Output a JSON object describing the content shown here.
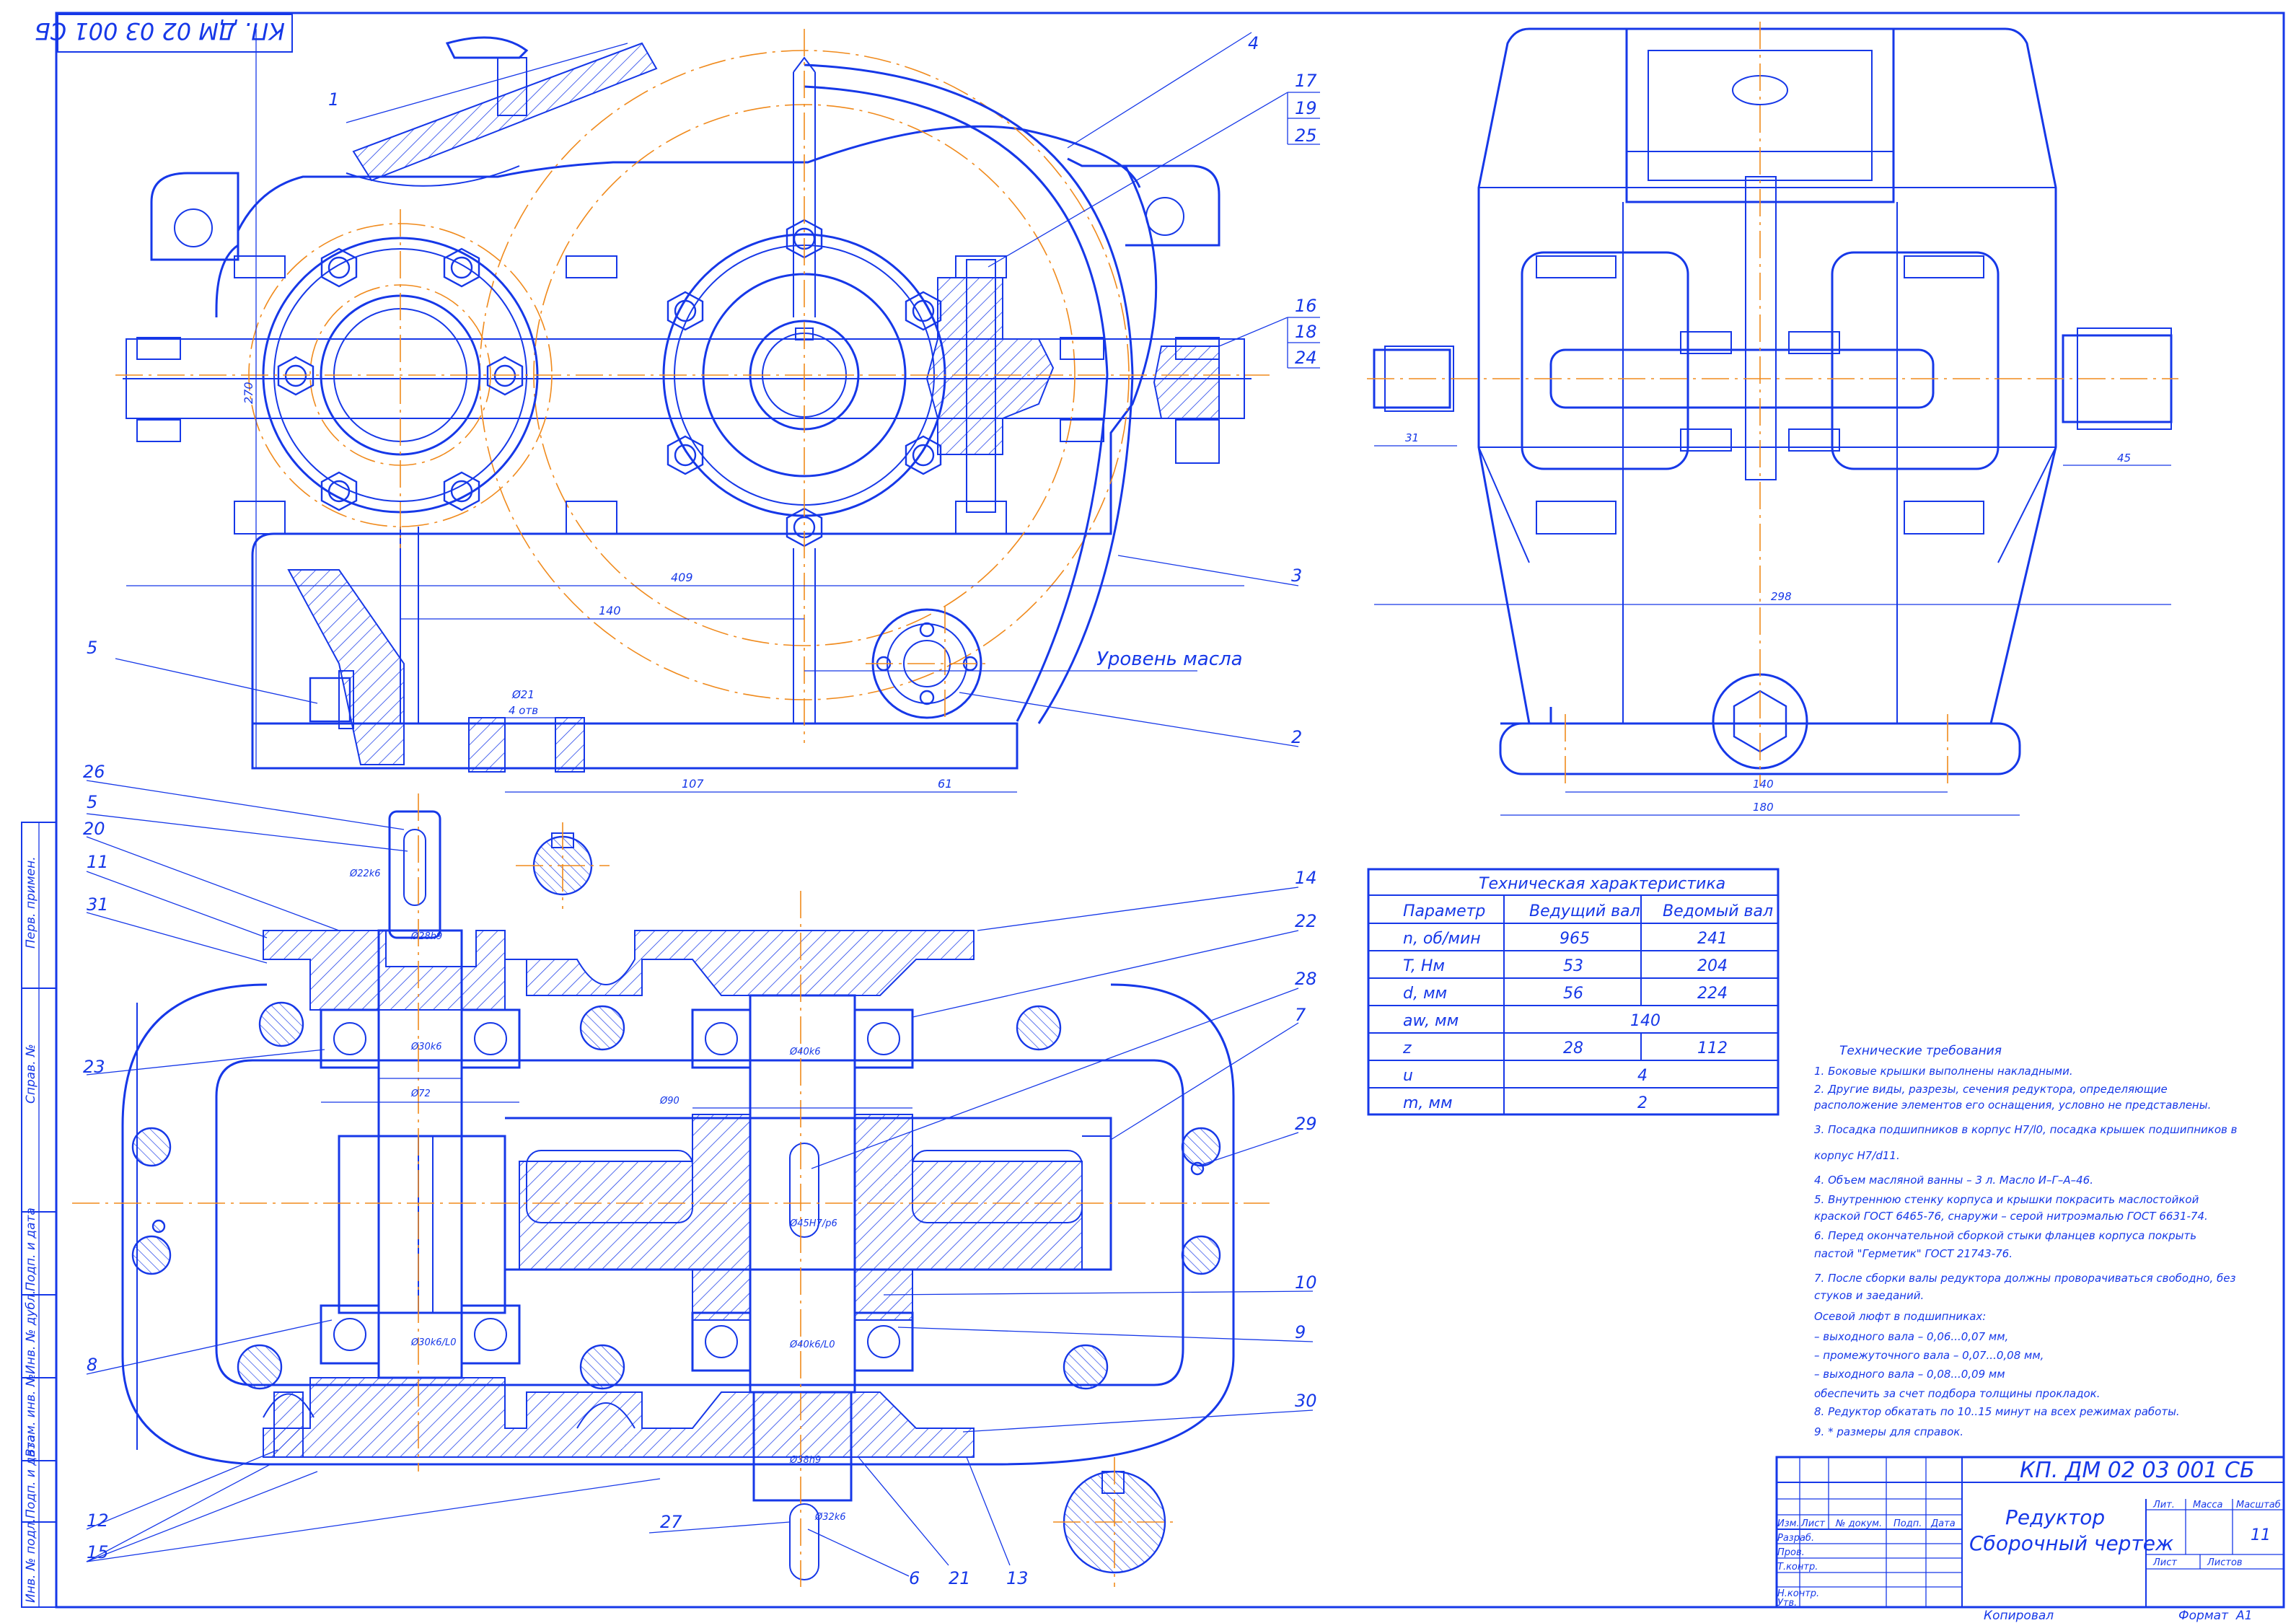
{
  "drawing": {
    "doc_code": "КП. ДМ 02 03 001 СБ",
    "doc_code_rotated": "КП. ДМ 02 03 001 СБ",
    "title_line1": "Редуктор",
    "title_line2": "Сборочный чертеж",
    "oil_level_label": "Уровень масла",
    "sheet_number": "11",
    "copied_by": "Копировал",
    "format_label": "Формат",
    "format_value": "А1"
  },
  "callouts": {
    "front": [
      "1",
      "4",
      "17",
      "19",
      "25",
      "16",
      "18",
      "24",
      "3",
      "5",
      "2"
    ],
    "plan": [
      "26",
      "5",
      "20",
      "11",
      "31",
      "23",
      "8",
      "12",
      "15",
      "14",
      "22",
      "28",
      "7",
      "29",
      "10",
      "9",
      "30",
      "13",
      "27",
      "6",
      "21"
    ]
  },
  "dimensions": {
    "front": [
      "409",
      "140",
      "270",
      "107",
      "61",
      "Ø21",
      "4 отв"
    ],
    "side": [
      "31",
      "45",
      "298",
      "140",
      "180"
    ],
    "plan": [
      "Ø22k6",
      "Ø28h9",
      "Ø30k6",
      "Ø72",
      "Ø90",
      "Ø40k6",
      "Ø45H7/p6",
      "Ø32k6",
      "Ø38h9",
      "Ø30k6/L0",
      "Ø40k6/L0"
    ]
  },
  "spec_table": {
    "title": "Техническая характеристика",
    "headers": [
      "Параметр",
      "Ведущий вал",
      "Ведомый вал"
    ],
    "rows": [
      [
        "n, об/мин",
        "965",
        "241"
      ],
      [
        "T, Нм",
        "53",
        "204"
      ],
      [
        "d, мм",
        "56",
        "224"
      ],
      [
        "aw, мм",
        "140",
        ""
      ],
      [
        "z",
        "28",
        "112"
      ],
      [
        "u",
        "4",
        ""
      ],
      [
        "m, мм",
        "2",
        ""
      ]
    ]
  },
  "requirements": {
    "title": "Технические требования",
    "lines": [
      "1. Боковые крышки выполнены накладными.",
      "2. Другие виды, разрезы, сечения редуктора, определяющие",
      "расположение элементов его оснащения, условно не представлены.",
      "3. Посадка подшипников в корпус H7/l0, посадка крышек подшипников в",
      "корпус H7/d11.",
      "4. Объем масляной ванны – 3 л. Масло И–Г–А–46.",
      "5. Внутреннюю стенку корпуса и крышки покрасить маслостойкой",
      "краской ГОСТ 6465-76, снаружи – серой нитроэмалью ГОСТ 6631-74.",
      "6. Перед окончательной сборкой стыки фланцев корпуса покрыть",
      "пастой \"Герметик\" ГОСТ 21743-76.",
      "7. После сборки валы редуктора должны проворачиваться свободно, без",
      "стуков и заеданий.",
      "Осевой люфт в подшипниках:",
      "– выходного вала – 0,06...0,07 мм,",
      "– промежуточного вала – 0,07...0,08 мм,",
      "– выходного вала – 0,08...0,09 мм",
      "обеспечить за счет подбора толщины прокладок.",
      "8. Редуктор обкатать по 10..15 минут на всех режимах работы.",
      "9. * размеры для справок."
    ]
  },
  "title_block": {
    "col_headers": [
      "Изм.",
      "Лист",
      "№ докум.",
      "Подп.",
      "Дата"
    ],
    "rows": [
      "Разраб.",
      "Пров.",
      "Т.контр.",
      "",
      "Н.контр.",
      "Утв."
    ],
    "right_headers": [
      "Лит.",
      "Масса",
      "Масштаб"
    ],
    "sheet_labels": [
      "Лист",
      "Листов"
    ]
  },
  "side_margin": {
    "cells": [
      "Перв. примен.",
      "Справ. №",
      "Подп. и дата",
      "Инв. № дубл.",
      "Взам. инв. №",
      "Подп. и дата",
      "Инв. № подл."
    ]
  }
}
